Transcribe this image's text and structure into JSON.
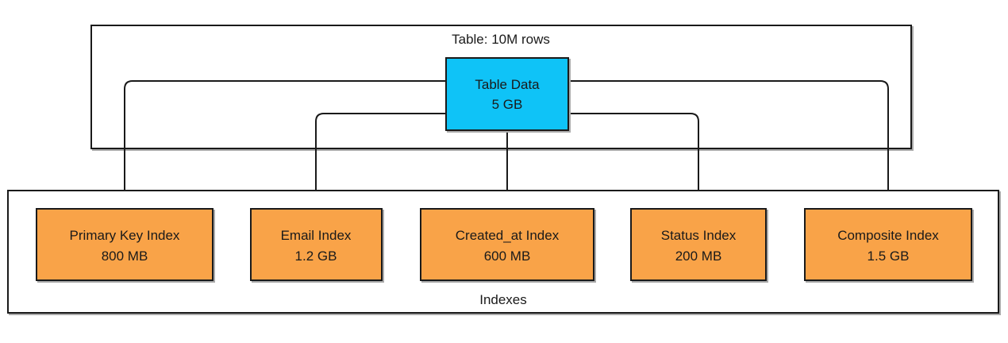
{
  "diagram": {
    "table_container": {
      "label": "Table: 10M rows"
    },
    "table_node": {
      "label": "Table Data",
      "size": "5 GB"
    },
    "indexes_container": {
      "label": "Indexes"
    },
    "index_nodes": [
      {
        "label": "Primary Key Index",
        "size": "800 MB"
      },
      {
        "label": "Email Index",
        "size": "1.2 GB"
      },
      {
        "label": "Created_at Index",
        "size": "600 MB"
      },
      {
        "label": "Status Index",
        "size": "200 MB"
      },
      {
        "label": "Composite Index",
        "size": "1.5 GB"
      }
    ],
    "colors": {
      "table_node_fill": "#0fc3f7",
      "index_node_fill": "#f9a348",
      "line": "#1a1a1a"
    }
  }
}
